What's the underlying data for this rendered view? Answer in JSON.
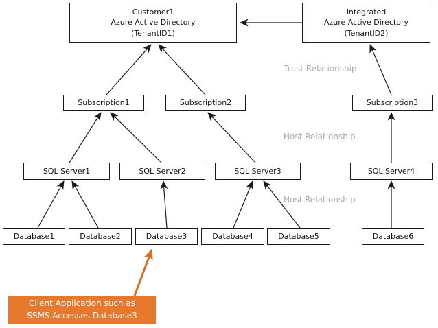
{
  "diagram": {
    "nodes": {
      "customer_aad": {
        "label": "Customer1\nAzure Active Directory\n(TenantID1)"
      },
      "integrated_aad": {
        "label": "Integrated\nAzure Active Directory\n(TenantID2)"
      },
      "subscription1": {
        "label": "Subscription1"
      },
      "subscription2": {
        "label": "Subscription2"
      },
      "subscription3": {
        "label": "Subscription3"
      },
      "sql_server1": {
        "label": "SQL Server1"
      },
      "sql_server2": {
        "label": "SQL Server2"
      },
      "sql_server3": {
        "label": "SQL Server3"
      },
      "sql_server4": {
        "label": "SQL Server4"
      },
      "database1": {
        "label": "Database1"
      },
      "database2": {
        "label": "Database2"
      },
      "database3": {
        "label": "Database3"
      },
      "database4": {
        "label": "Database4"
      },
      "database5": {
        "label": "Database5"
      },
      "database6": {
        "label": "Database6"
      }
    },
    "labels": {
      "trust_relationship": "Trust Relationship",
      "host_relationship_upper": "Host Relationship",
      "host_relationship_lower": "Host Relationship"
    },
    "callout": {
      "label": "Client Application such as\nSSMS Accesses Database3"
    },
    "colors": {
      "accent_orange": "#e6792e",
      "arrow_orange": "#d96e23",
      "label_gray": "#ababab",
      "line_black": "#1a1a1a"
    }
  }
}
